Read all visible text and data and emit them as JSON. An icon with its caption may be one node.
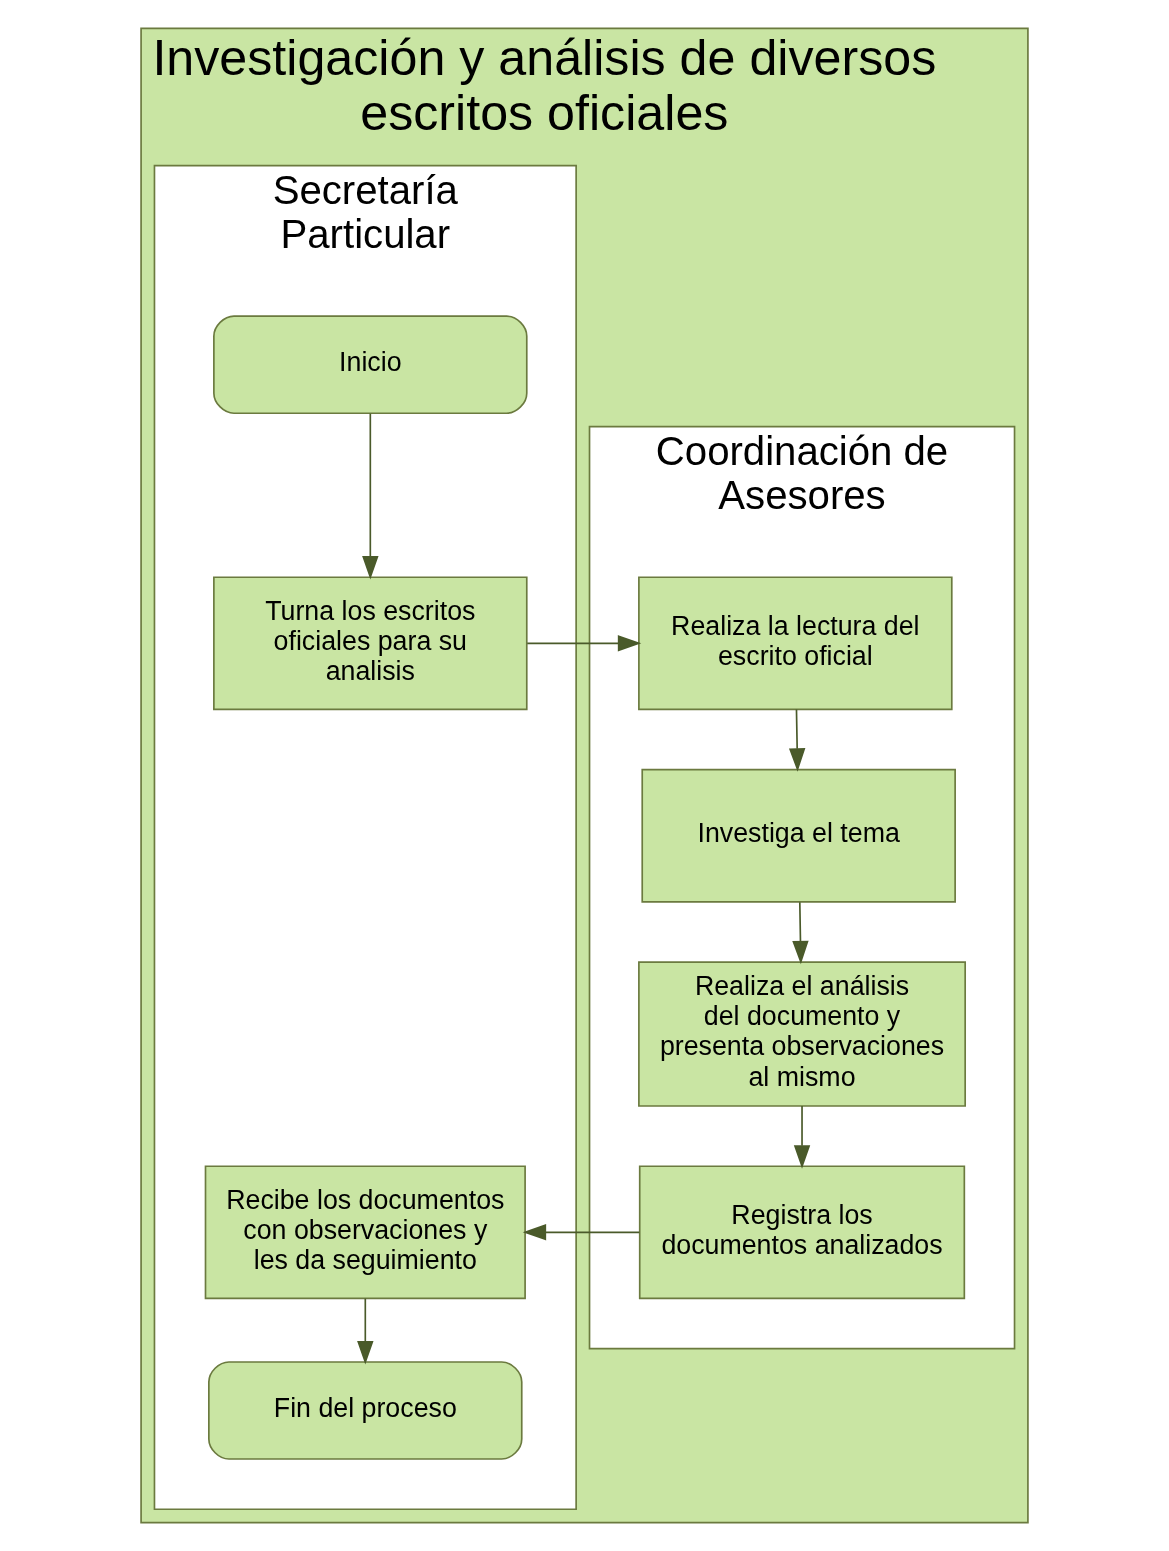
{
  "diagram": {
    "nodes": [
      {
        "text": [
          "Investigación y análisis de diversos escritos oficiales"
        ]
      },
      {
        "text": [
          "Secretaría Particular"
        ],
        "in": 0
      },
      {
        "text": [
          "Coordinación de Asesores"
        ],
        "in": 0
      },
      {
        "text": [
          "Inicio"
        ],
        "in": 1
      },
      {
        "text": [
          "Turna los escritos oficiales para su analisis"
        ],
        "in": 1
      },
      {
        "text": [
          "Realiza la lectura del escrito oficial"
        ],
        "in": 2
      },
      {
        "text": [
          "Investiga el tema"
        ],
        "in": 2
      },
      {
        "text": [
          "Realiza el análisis del documento y presenta observaciones al mismo"
        ],
        "in": 2
      },
      {
        "text": [
          "Registra los documentos analizados"
        ],
        "in": 2
      },
      {
        "text": [
          "Recibe los documentos con observaciones y les da seguimiento"
        ],
        "in": 1
      },
      {
        "text": [
          "Fin del proceso"
        ],
        "in": 1
      }
    ],
    "edges": [
      {
        "from": 3,
        "to": 4,
        "arrow": "to"
      },
      {
        "from": 4,
        "to": 5,
        "arrow": "to"
      },
      {
        "from": 5,
        "to": 6,
        "arrow": "to"
      },
      {
        "from": 6,
        "to": 7,
        "arrow": "to"
      },
      {
        "from": 7,
        "to": 8,
        "arrow": "to"
      },
      {
        "from": 8,
        "to": 9,
        "arrow": "to"
      },
      {
        "from": 9,
        "to": 10,
        "arrow": "to"
      }
    ]
  }
}
